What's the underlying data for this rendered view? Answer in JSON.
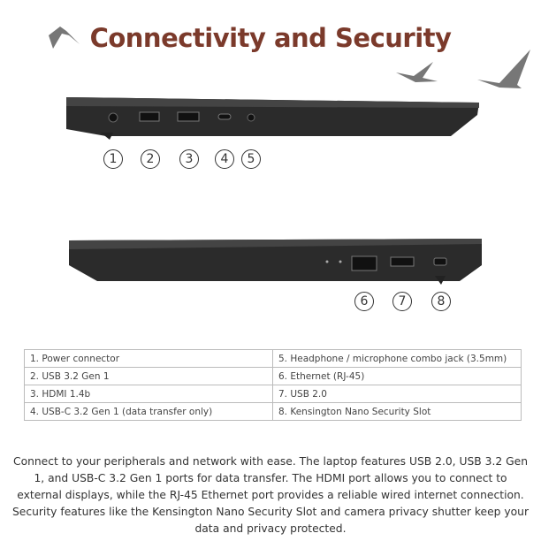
{
  "title": "Connectivity and Security",
  "callouts": [
    "1",
    "2",
    "3",
    "4",
    "5",
    "6",
    "7",
    "8"
  ],
  "ports": [
    {
      "left": "1.  Power connector",
      "right": "5.  Headphone / microphone combo jack (3.5mm)"
    },
    {
      "left": "2.  USB 3.2 Gen 1",
      "right": "6.  Ethernet (RJ-45)"
    },
    {
      "left": "3.  HDMI 1.4b",
      "right": "7.  USB 2.0"
    },
    {
      "left": "4.  USB-C 3.2 Gen 1 (data transfer only)",
      "right": "8.  Kensington Nano Security Slot"
    }
  ],
  "description": "Connect to your peripherals and network with ease. The laptop features USB 2.0, USB 3.2 Gen 1, and USB-C 3.2 Gen 1 ports for data transfer. The HDMI port allows you to connect to external displays, while the RJ-45 Ethernet port provides a reliable wired internet connection. Security features like the Kensington Nano Security Slot and camera privacy shutter keep your data and privacy protected."
}
